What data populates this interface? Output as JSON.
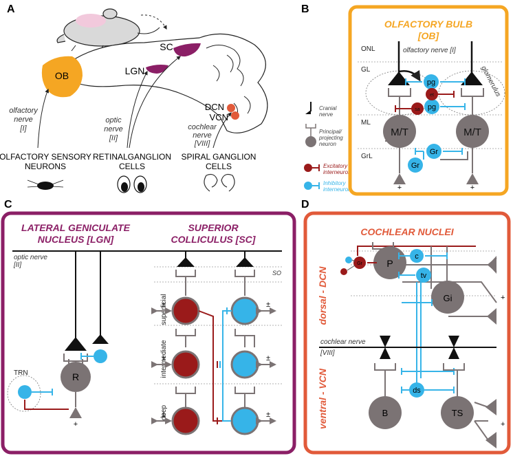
{
  "colors": {
    "orange": "#f5a623",
    "purple": "#8b1f66",
    "red": "#e15a3a",
    "darkred": "#9a1a1a",
    "blue": "#36b4e8",
    "gray": "#7b7374",
    "darkgray": "#6d6466",
    "black": "#111111"
  },
  "panels": {
    "A": {
      "letter": "A"
    },
    "B": {
      "letter": "B"
    },
    "C": {
      "letter": "C"
    },
    "D": {
      "letter": "D"
    }
  },
  "panelA": {
    "ob": "OB",
    "lgn": "LGN",
    "sc": "SC",
    "dcn": "DCN",
    "vcn": "VCN",
    "olfactory_nerve": [
      "olfactory",
      "nerve",
      "[I]"
    ],
    "optic_nerve": [
      "optic",
      "nerve",
      "[II]"
    ],
    "cochlear_nerve": [
      "cochlear",
      "nerve",
      "[VIII]"
    ],
    "olfactory_neurons": [
      "OLFACTORY SENSORY",
      "NEURONS"
    ],
    "retinal_cells": [
      "RETINALGANGLION",
      "CELLS"
    ],
    "spiral_cells": [
      "SPIRAL GANGLION",
      "CELLS"
    ]
  },
  "panelB": {
    "title": [
      "OLFACTORY BULB",
      "[OB]"
    ],
    "layers": {
      "onl": "ONL",
      "gl": "GL",
      "ml": "ML",
      "grl": "GrL"
    },
    "olfactory_nerve": "olfactory nerve [I]",
    "glomerulus": "glomerulus",
    "mt": "M/T",
    "pg": "pg",
    "et": "et",
    "sa": "sa",
    "gr": "Gr",
    "plus": "+"
  },
  "legend": {
    "cranial": [
      "Cranial",
      "nerve"
    ],
    "principal": [
      "Principal/",
      "projecting",
      "neuron"
    ],
    "excitatory": [
      "Excitatory",
      "interneuron"
    ],
    "inhibitory": [
      "Inhibitory",
      "interneuron"
    ]
  },
  "panelC": {
    "lgn_title": [
      "LATERAL GENICULATE",
      "NUCLEUS [LGN]"
    ],
    "sc_title": [
      "SUPERIOR",
      "COLLICULUS [SC]"
    ],
    "optic_nerve": [
      "optic nerve",
      "[II]"
    ],
    "so": "SO",
    "superficial": "superficial",
    "intermediate": "intermediate",
    "deep": "deep",
    "r": "R",
    "trn": "TRN",
    "plus": "+",
    "pm": "±"
  },
  "panelD": {
    "title": "COCHLEAR NUCLEI",
    "dorsal": "dorsal - DCN",
    "ventral": "ventral - VCN",
    "cochlear_nerve": [
      "cochlear nerve",
      "[VIII]"
    ],
    "p": "P",
    "gi": "Gi",
    "b": "B",
    "ts": "TS",
    "c": "c",
    "tv": "tv",
    "ds": "ds",
    "gr": "Gr",
    "plus": "+"
  }
}
